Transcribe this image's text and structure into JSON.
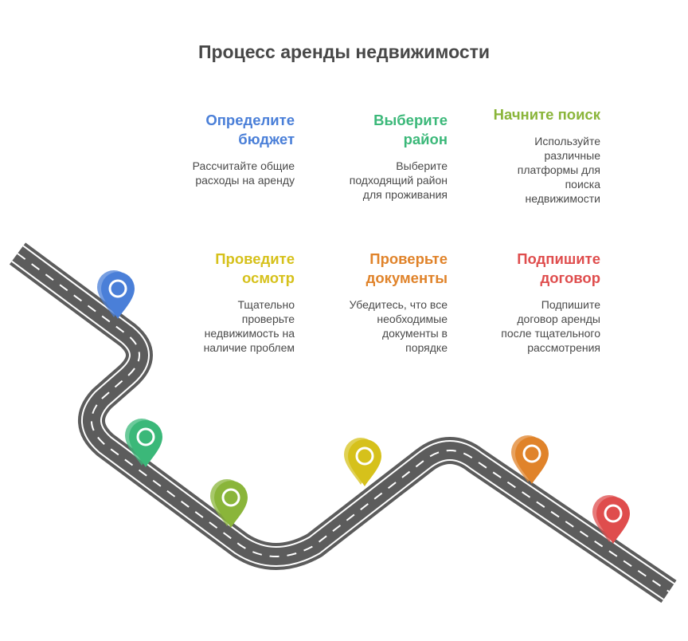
{
  "title": "Процесс аренды недвижимости",
  "colors": {
    "budget": "#4a7fd8",
    "district": "#3bb879",
    "search": "#8ab53a",
    "inspect": "#d6c11b",
    "documents": "#e0832a",
    "contract": "#df4d4d",
    "road": "#5c5c5c",
    "road_stripe": "#ffffff"
  },
  "steps": [
    {
      "title_lines": [
        "Определите",
        "бюджет"
      ],
      "desc_lines": [
        "Рассчитайте общие",
        "расходы на аренду"
      ],
      "color": "#4a7fd8",
      "icon": "location-pin-icon"
    },
    {
      "title_lines": [
        "Выберите",
        "район"
      ],
      "desc_lines": [
        "Выберите",
        "подходящий район",
        "для проживания"
      ],
      "color": "#3bb879",
      "icon": "location-pin-icon"
    },
    {
      "title_lines": [
        "Начните поиск"
      ],
      "desc_lines": [
        "Используйте",
        "различные",
        "платформы для",
        "поиска",
        "недвижимости"
      ],
      "color": "#8ab53a",
      "icon": "location-pin-icon"
    },
    {
      "title_lines": [
        "Проведите",
        "осмотр"
      ],
      "desc_lines": [
        "Тщательно",
        "проверьте",
        "недвижимость на",
        "наличие проблем"
      ],
      "color": "#d6c11b",
      "icon": "location-pin-icon"
    },
    {
      "title_lines": [
        "Проверьте",
        "документы"
      ],
      "desc_lines": [
        "Убедитесь, что все",
        "необходимые",
        "документы в",
        "порядке"
      ],
      "color": "#e0832a",
      "icon": "location-pin-icon"
    },
    {
      "title_lines": [
        "Подпишите",
        "договор"
      ],
      "desc_lines": [
        "Подпишите",
        "договор аренды",
        "после тщательного",
        "рассмотрения"
      ],
      "color": "#df4d4d",
      "icon": "location-pin-icon"
    }
  ]
}
